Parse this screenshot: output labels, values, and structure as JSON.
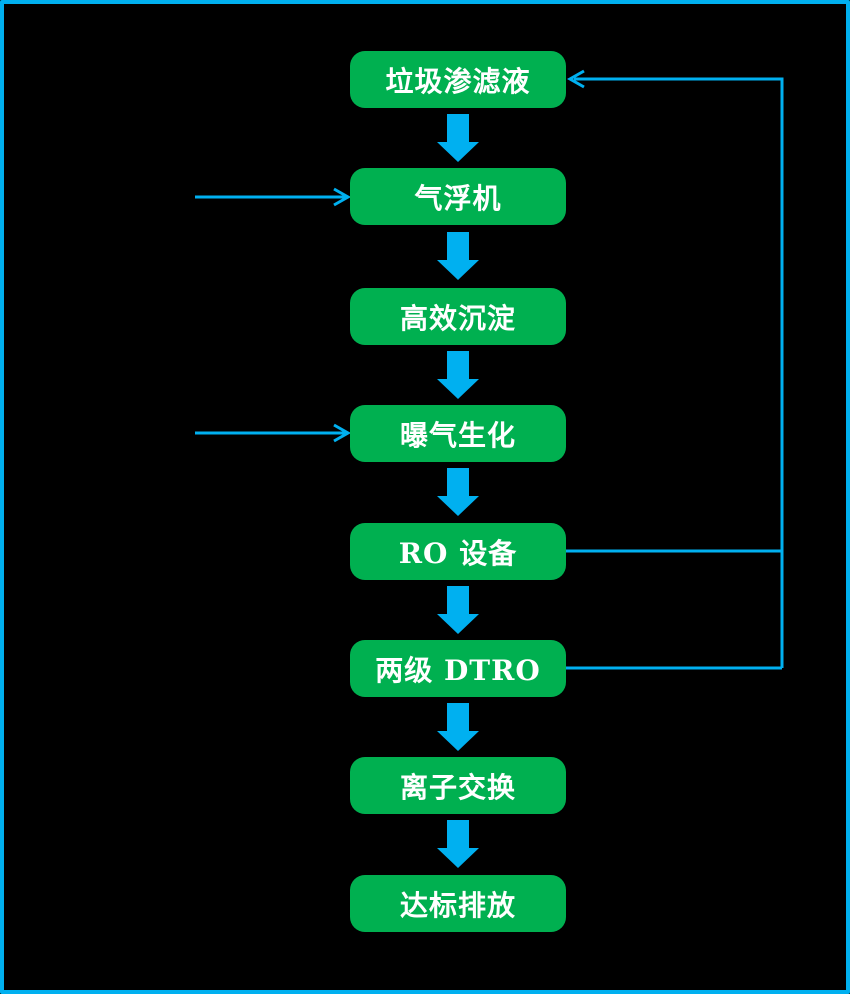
{
  "diagram": {
    "type": "flowchart",
    "subject": "垃圾渗滤液处理工艺流程",
    "colors": {
      "background": "#000000",
      "frame_border": "#00B0F0",
      "node_fill": "#00B050",
      "node_text": "#FFFFFF",
      "connector": "#00B0F0"
    },
    "nodes": [
      {
        "id": "leachate",
        "label": "垃圾渗滤液"
      },
      {
        "id": "air-flotation",
        "label": "气浮机"
      },
      {
        "id": "high-efficiency-sedimentation",
        "label": "高效沉淀"
      },
      {
        "id": "aeration-biochemical",
        "label": "曝气生化"
      },
      {
        "id": "ro-equipment",
        "label": "RO 设备"
      },
      {
        "id": "two-stage-dtro",
        "label": "两级 DTRO"
      },
      {
        "id": "ion-exchange",
        "label": "离子交换"
      },
      {
        "id": "standard-discharge",
        "label": "达标排放"
      }
    ],
    "edges": [
      {
        "from": "垃圾渗滤液",
        "to": "气浮机",
        "style": "block-arrow-down"
      },
      {
        "from": "气浮机",
        "to": "高效沉淀",
        "style": "block-arrow-down"
      },
      {
        "from": "高效沉淀",
        "to": "曝气生化",
        "style": "block-arrow-down"
      },
      {
        "from": "曝气生化",
        "to": "RO 设备",
        "style": "block-arrow-down"
      },
      {
        "from": "RO 设备",
        "to": "两级 DTRO",
        "style": "block-arrow-down"
      },
      {
        "from": "两级 DTRO",
        "to": "离子交换",
        "style": "block-arrow-down"
      },
      {
        "from": "离子交换",
        "to": "达标排放",
        "style": "block-arrow-down"
      },
      {
        "from": "RO 设备",
        "to": "垃圾渗滤液",
        "style": "feedback-line-right"
      },
      {
        "from": "两级 DTRO",
        "to": "垃圾渗滤液",
        "style": "feedback-line-right"
      },
      {
        "from": null,
        "to": "气浮机",
        "style": "input-arrow-left"
      },
      {
        "from": null,
        "to": "曝气生化",
        "style": "input-arrow-left"
      }
    ]
  }
}
